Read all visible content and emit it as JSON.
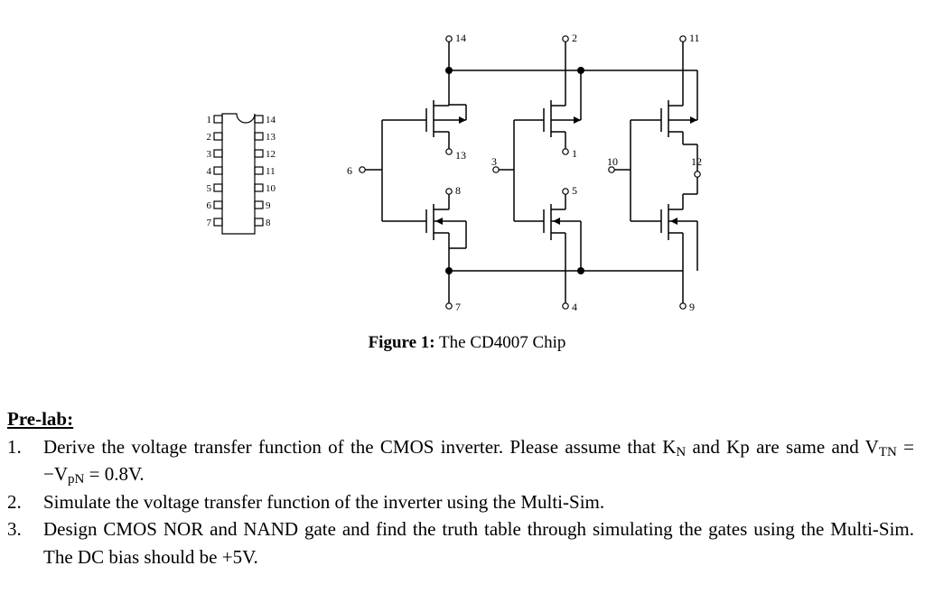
{
  "chip": {
    "left_pins": [
      "1",
      "2",
      "3",
      "4",
      "5",
      "6",
      "7"
    ],
    "right_pins": [
      "14",
      "13",
      "12",
      "11",
      "10",
      "9",
      "8"
    ]
  },
  "circuit": {
    "terminals": {
      "t14": "14",
      "t2": "2",
      "t11": "11",
      "t13": "13",
      "t1": "1",
      "t3": "3",
      "t10": "10",
      "t12": "12",
      "t6": "6",
      "t8": "8",
      "t5": "5",
      "t7": "7",
      "t4": "4",
      "t9": "9"
    }
  },
  "caption": {
    "label": "Figure 1:",
    "text": "The CD4007 Chip"
  },
  "prelab": {
    "title": "Pre-lab:",
    "items": [
      {
        "num": "1.",
        "a": "Derive the voltage transfer function of the CMOS inverter. Please assume that K",
        "a_sub": "N",
        "b": " and Kp are same and V",
        "b_sub": "TN",
        "c": " = −V",
        "c_sub": "pN",
        "d": " = 0.8V."
      },
      {
        "num": "2.",
        "text": "Simulate the voltage transfer function of the inverter using the Multi-Sim."
      },
      {
        "num": "3.",
        "text": "Design CMOS NOR and NAND gate and find the truth table through simulating the gates using the Multi-Sim. The DC bias should be +5V."
      }
    ]
  }
}
